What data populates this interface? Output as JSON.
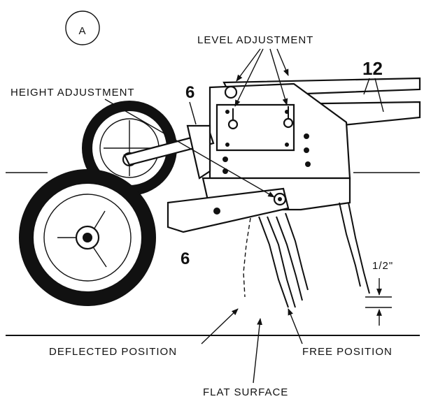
{
  "figure": {
    "circle_label": "A",
    "labels": {
      "level_adjustment": "LEVEL ADJUSTMENT",
      "height_adjustment": "HEIGHT ADJUSTMENT",
      "deflected_position": "DEFLECTED POSITION",
      "free_position": "FREE POSITION",
      "flat_surface": "FLAT SURFACE",
      "gap": "1/2\""
    },
    "callouts": {
      "part_12": "12",
      "part_6_top": "6",
      "part_6_bottom": "6"
    }
  }
}
